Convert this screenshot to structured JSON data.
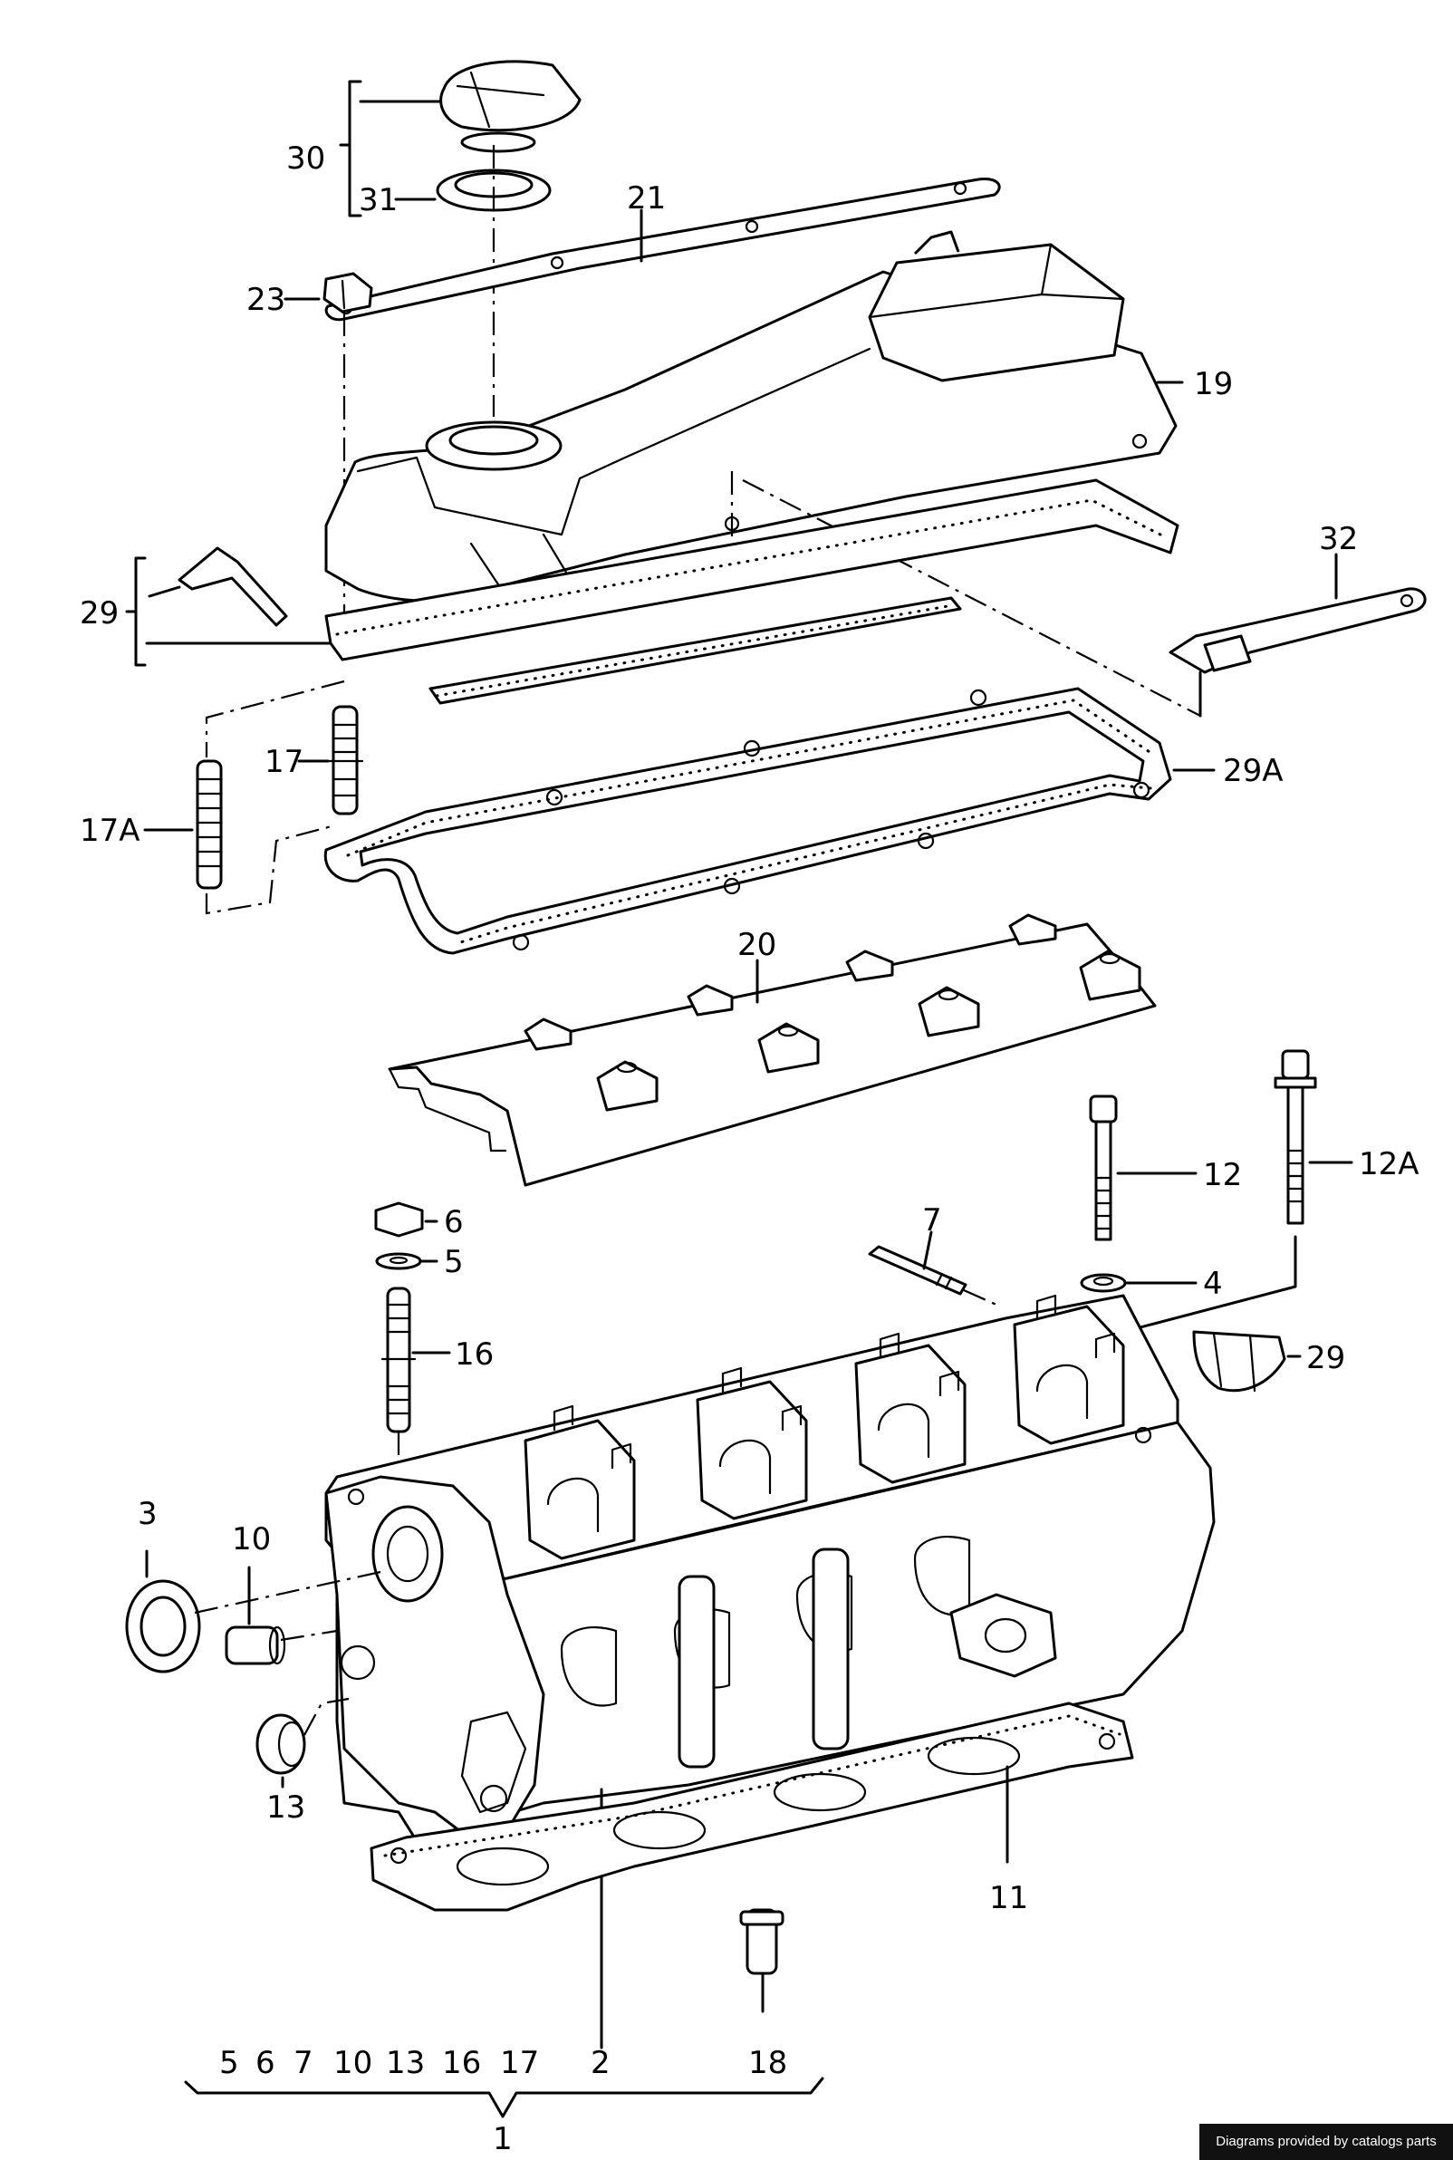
{
  "callouts": {
    "c1": "1",
    "c2": "2",
    "c3": "3",
    "c4": "4",
    "c5": "5",
    "c6": "6",
    "c7": "7",
    "c10": "10",
    "c11": "11",
    "c12": "12",
    "c12a": "12A",
    "c13": "13",
    "c16": "16",
    "c17": "17",
    "c17a": "17A",
    "c18": "18",
    "c19": "19",
    "c20": "20",
    "c21": "21",
    "c23": "23",
    "c29_top": "29",
    "c29_right": "29",
    "c29a": "29A",
    "c30": "30",
    "c31": "31",
    "c32": "32"
  },
  "kit_list": [
    "5",
    "6",
    "7",
    "10",
    "13",
    "16",
    "17",
    "2",
    "18"
  ],
  "credit": "Diagrams provided by catalogs parts"
}
